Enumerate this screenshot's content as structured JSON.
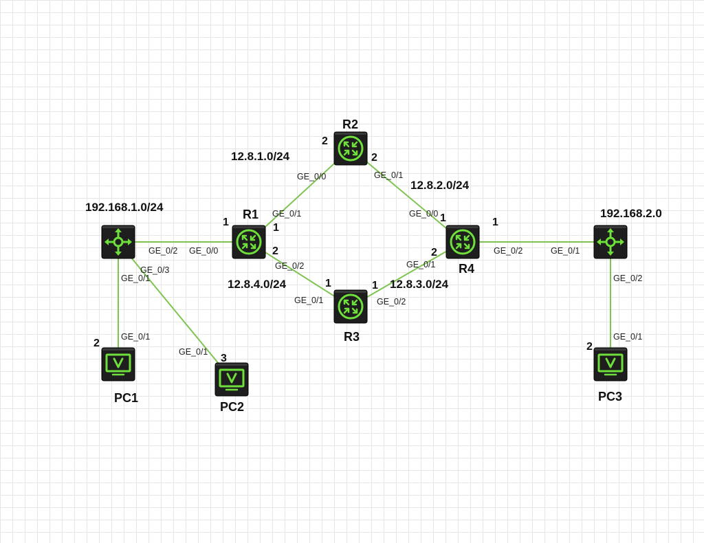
{
  "nodes": {
    "sw1": {
      "type": "switch",
      "name": ""
    },
    "r1": {
      "type": "router",
      "name": "R1"
    },
    "r2": {
      "type": "router",
      "name": "R2"
    },
    "r3": {
      "type": "router",
      "name": "R3"
    },
    "r4": {
      "type": "router",
      "name": "R4"
    },
    "sw2": {
      "type": "switch",
      "name": ""
    },
    "pc1": {
      "type": "pc",
      "name": "PC1"
    },
    "pc2": {
      "type": "pc",
      "name": "PC2"
    },
    "pc3": {
      "type": "pc",
      "name": "PC3"
    }
  },
  "subnets": {
    "lan1": "192.168.1.0/24",
    "lan2": "192.168.2.0",
    "r1_r2": "12.8.1.0/24",
    "r2_r4": "12.8.2.0/24",
    "r1_r3": "12.8.4.0/24",
    "r3_r4": "12.8.3.0/24"
  },
  "links": [
    {
      "id": "sw1-r1",
      "from_port": "GE_0/2",
      "to_port": "GE_0/0",
      "from_num": "",
      "to_num": "1"
    },
    {
      "id": "r1-r2",
      "from_port": "GE_0/1",
      "to_port": "GE_0/0",
      "from_num": "1",
      "to_num": "2"
    },
    {
      "id": "r2-r4",
      "from_port": "GE_0/1",
      "to_port": "GE_0/0",
      "from_num": "2",
      "to_num": "1"
    },
    {
      "id": "r1-r3",
      "from_port": "GE_0/2",
      "to_port": "GE_0/1",
      "from_num": "2",
      "to_num": "1"
    },
    {
      "id": "r3-r4",
      "from_port": "GE_0/2",
      "to_port": "GE_0/1",
      "from_num": "1",
      "to_num": "2"
    },
    {
      "id": "r4-sw2",
      "from_port": "GE_0/2",
      "to_port": "GE_0/1",
      "from_num": "1",
      "to_num": ""
    },
    {
      "id": "sw1-pc1",
      "from_port": "GE_0/1",
      "to_port": "GE_0/1",
      "from_num": "",
      "to_num": "2"
    },
    {
      "id": "sw1-pc2",
      "from_port": "GE_0/3",
      "to_port": "GE_0/1",
      "from_num": "",
      "to_num": "3"
    },
    {
      "id": "sw2-pc3",
      "from_port": "GE_0/2",
      "to_port": "GE_0/1",
      "from_num": "",
      "to_num": "2"
    }
  ],
  "colors": {
    "link": "#7ec451",
    "device_body": "#1e1e1e",
    "device_glyph": "#6fe03b",
    "grid": "#e6e6e6"
  },
  "icons": {
    "router": "router-icon",
    "switch": "switch-icon",
    "pc": "pc-monitor-icon"
  }
}
